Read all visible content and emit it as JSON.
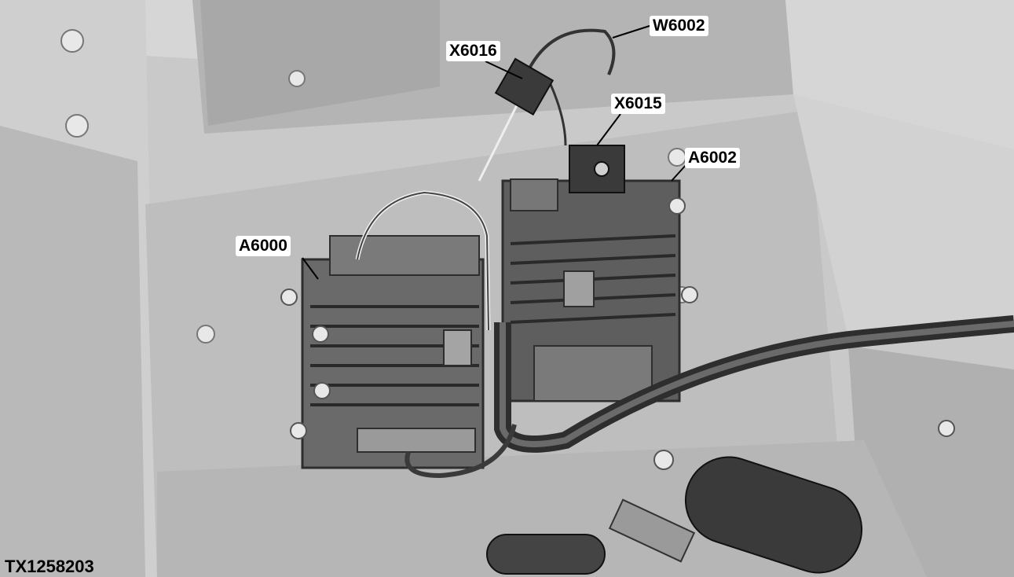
{
  "figure_id": "TX1258203",
  "callouts": {
    "w6002": "W6002",
    "x6016": "X6016",
    "x6015": "X6015",
    "a6002": "A6002",
    "a6000": "A6000"
  },
  "colors": {
    "background_panel": "#c8c8c8",
    "panel_dark": "#a9a9a9",
    "module_body": "#5a5a5a",
    "harness": "#3a3a3a",
    "label_bg": "#ffffff",
    "label_text": "#000000"
  }
}
